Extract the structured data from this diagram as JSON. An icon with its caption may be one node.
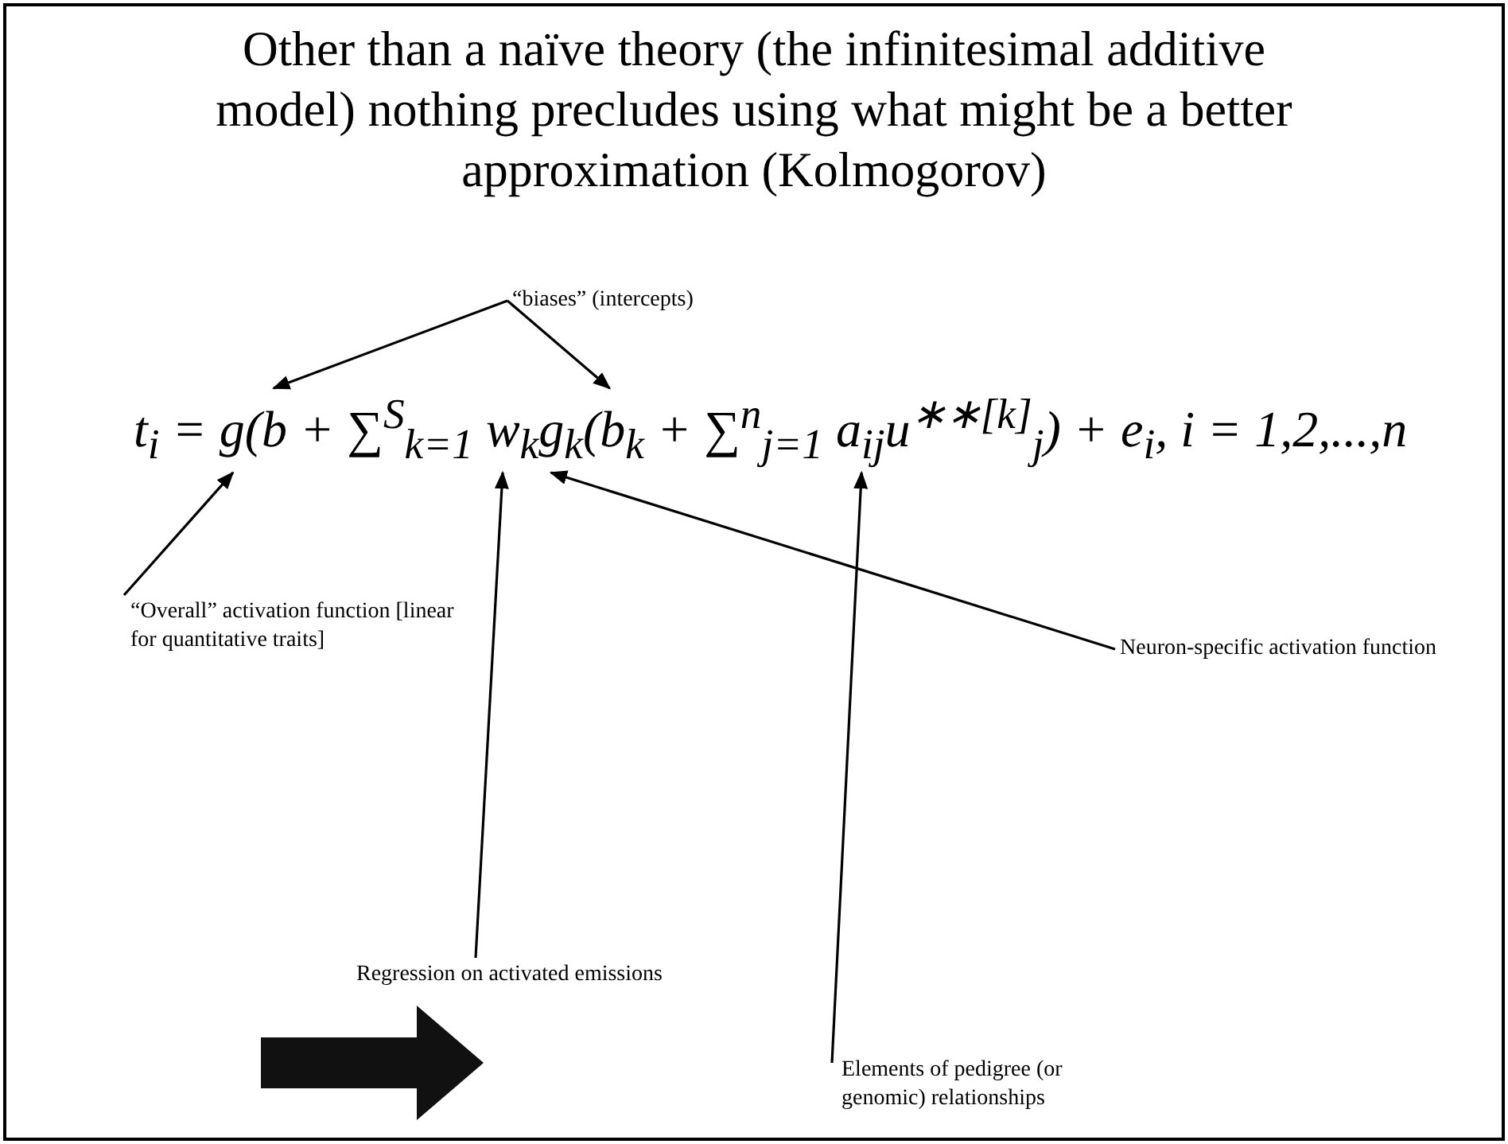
{
  "diagram": {
    "title": "Other than a naïve theory (the infinitesimal additive model) nothing precludes using what might be a better approximation (Kolmogorov)",
    "nodes": [
      {
        "text": [
          "“biases” (intercepts)"
        ]
      },
      {
        "text": [
          "t$_{i}$ = g(b + ∑$^{S}$$_{k=1}$ w$_{k}$g$_{k}$(b$_{k}$ + ∑$^{n}$$_{j=1}$ a$_{ij}$u$^{∗∗[k]}$$_{j}$) + e$_{i}$,   i = 1,2,...,n"
        ]
      },
      {
        "text": [
          "“Overall” activation function [linear for quantitative traits]"
        ]
      },
      {
        "text": [
          "Neuron-specific activation function"
        ]
      },
      {
        "text": [
          "Regression on activated emissions"
        ]
      },
      {
        "text": [
          "Elements of pedigree (or genomic) relationships"
        ]
      }
    ],
    "edges": [
      {
        "from": 0,
        "to": 1,
        "arrow": "to"
      },
      {
        "from": 0,
        "to": 1,
        "arrow": "to"
      },
      {
        "from": 2,
        "to": 1,
        "arrow": "to"
      },
      {
        "from": 3,
        "to": 1,
        "arrow": "to"
      },
      {
        "from": 4,
        "to": 1,
        "arrow": "to"
      },
      {
        "from": 5,
        "to": 1,
        "arrow": "to"
      }
    ]
  }
}
